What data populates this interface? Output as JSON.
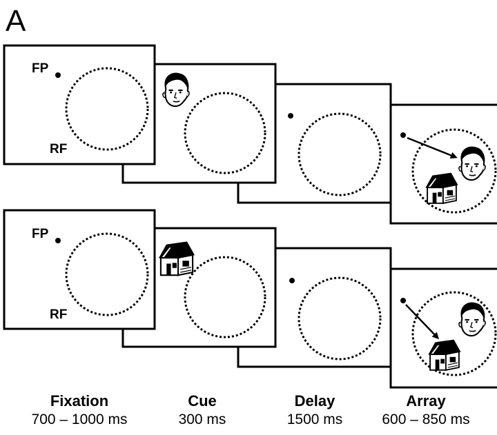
{
  "figure": {
    "panel_label": "A",
    "fp_label": "FP",
    "rf_label": "RF"
  },
  "phases": [
    {
      "name": "Fixation",
      "duration": "700 – 1000 ms"
    },
    {
      "name": "Cue",
      "duration": "300 ms"
    },
    {
      "name": "Delay",
      "duration": "1500 ms"
    },
    {
      "name": "Array",
      "duration": "600 – 850 ms"
    }
  ],
  "trials": [
    {
      "cue": "face",
      "target": "face",
      "distractor": "house"
    },
    {
      "cue": "house",
      "target": "house",
      "distractor": "face"
    }
  ],
  "icons": [
    "face-icon",
    "house-icon",
    "fixation-point-icon",
    "saccade-arrow-icon",
    "receptive-field-icon"
  ]
}
